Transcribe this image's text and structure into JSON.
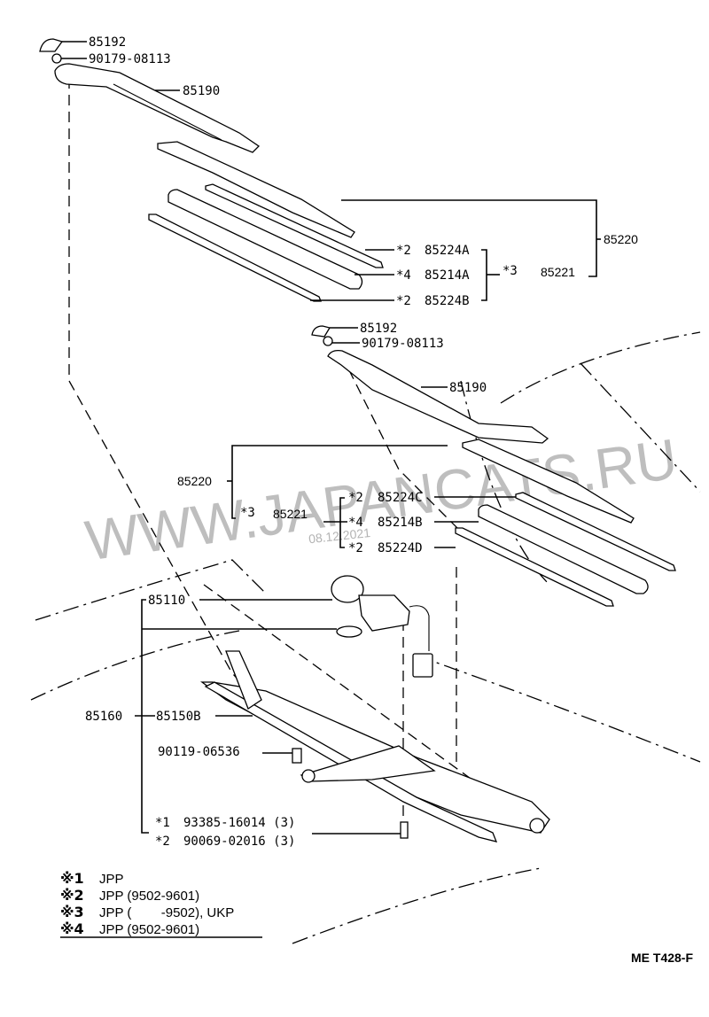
{
  "diagram": {
    "title_code": "ME T428-F",
    "watermark": "WWW.JAPANCATS.RU",
    "date_stamp": "08.12.2021",
    "upper_wiper": {
      "cap": "85192",
      "nut": "90179-08113",
      "arm": "85190",
      "blade_assy": "85220",
      "blade": "85221",
      "blade_note": "*3",
      "rubber_backing_a": {
        "note": "*2",
        "part": "85224A"
      },
      "rubber": {
        "note": "*4",
        "part": "85214A"
      },
      "rubber_backing_b": {
        "note": "*2",
        "part": "85224B"
      }
    },
    "lower_wiper": {
      "cap": "85192",
      "nut": "90179-08113",
      "arm": "85190",
      "blade_assy": "85220",
      "blade": "85221",
      "blade_note": "*3",
      "rubber_backing_c": {
        "note": "*2",
        "part": "85224C"
      },
      "rubber": {
        "note": "*4",
        "part": "85214B"
      },
      "rubber_backing_d": {
        "note": "*2",
        "part": "85224D"
      }
    },
    "linkage": {
      "motor": "85110",
      "link_assy": "85160",
      "link": "85150B",
      "bolt": "90119-06536",
      "grommet": {
        "note": "*1",
        "part": "93385-16014 (3)"
      },
      "bolt_2": {
        "note": "*2",
        "part": "90069-02016 (3)"
      }
    },
    "legend": [
      {
        "mark": "※1",
        "text": "JPP"
      },
      {
        "mark": "※2",
        "text": "JPP (9502-9601)"
      },
      {
        "mark": "※3",
        "text": "JPP (        -9502), UKP"
      },
      {
        "mark": "※4",
        "text": "JPP (9502-9601)"
      }
    ]
  }
}
